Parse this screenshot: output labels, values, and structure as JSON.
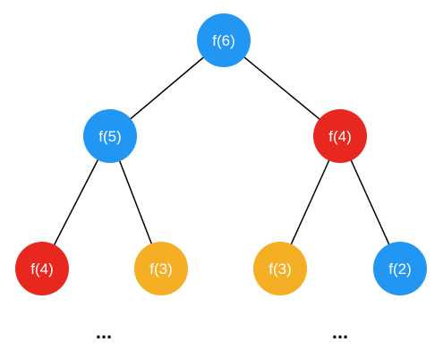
{
  "colors": {
    "blue": "#2196F3",
    "red": "#E8271E",
    "yellow": "#F5AF25"
  },
  "tree": {
    "nodes": [
      {
        "id": "n6",
        "label": "f(6)",
        "color": "blue"
      },
      {
        "id": "n5",
        "label": "f(5)",
        "color": "blue"
      },
      {
        "id": "n4a",
        "label": "f(4)",
        "color": "red"
      },
      {
        "id": "n4b",
        "label": "f(4)",
        "color": "red"
      },
      {
        "id": "n3a",
        "label": "f(3)",
        "color": "yellow"
      },
      {
        "id": "n3b",
        "label": "f(3)",
        "color": "yellow"
      },
      {
        "id": "n2",
        "label": "f(2)",
        "color": "blue"
      }
    ],
    "edges": [
      [
        "n6",
        "n5"
      ],
      [
        "n6",
        "n4a"
      ],
      [
        "n5",
        "n4b"
      ],
      [
        "n5",
        "n3a"
      ],
      [
        "n4a",
        "n3b"
      ],
      [
        "n4a",
        "n2"
      ]
    ],
    "ellipsis": [
      "...",
      "..."
    ]
  }
}
